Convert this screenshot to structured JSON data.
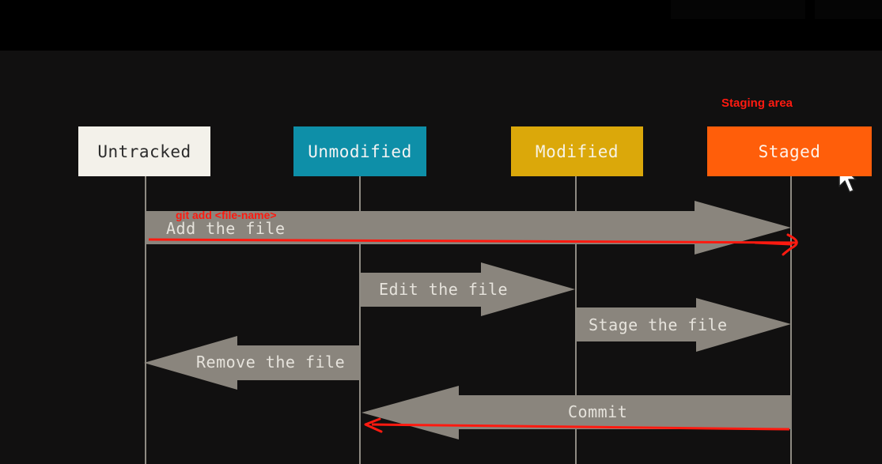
{
  "colors": {
    "background": "#111010",
    "arrow": "#8a857d",
    "lifeline": "#8e8a82",
    "annotation": "#ff1a10"
  },
  "diagram": {
    "states": [
      {
        "label": "Untracked",
        "bg": "#f3f1ea",
        "fg": "#2b2b2b"
      },
      {
        "label": "Unmodified",
        "bg": "#0e8fa8",
        "fg": "#f4f4f4"
      },
      {
        "label": "Modified",
        "bg": "#dba80a",
        "fg": "#f7f3e6"
      },
      {
        "label": "Staged",
        "bg": "#ff5e0a",
        "fg": "#fff3ea"
      }
    ],
    "transitions": [
      {
        "label": "Add the file",
        "from": "Untracked",
        "to": "Staged"
      },
      {
        "label": "Edit the file",
        "from": "Unmodified",
        "to": "Modified"
      },
      {
        "label": "Stage the file",
        "from": "Modified",
        "to": "Staged"
      },
      {
        "label": "Remove the file",
        "from": "Unmodified",
        "to": "Untracked"
      },
      {
        "label": "Commit",
        "from": "Staged",
        "to": "Unmodified"
      }
    ]
  },
  "annotations": {
    "staging_area": "Staging area",
    "git_add": "git add <file-name>"
  },
  "icons": {
    "cursor": "mouse-pointer-icon"
  }
}
